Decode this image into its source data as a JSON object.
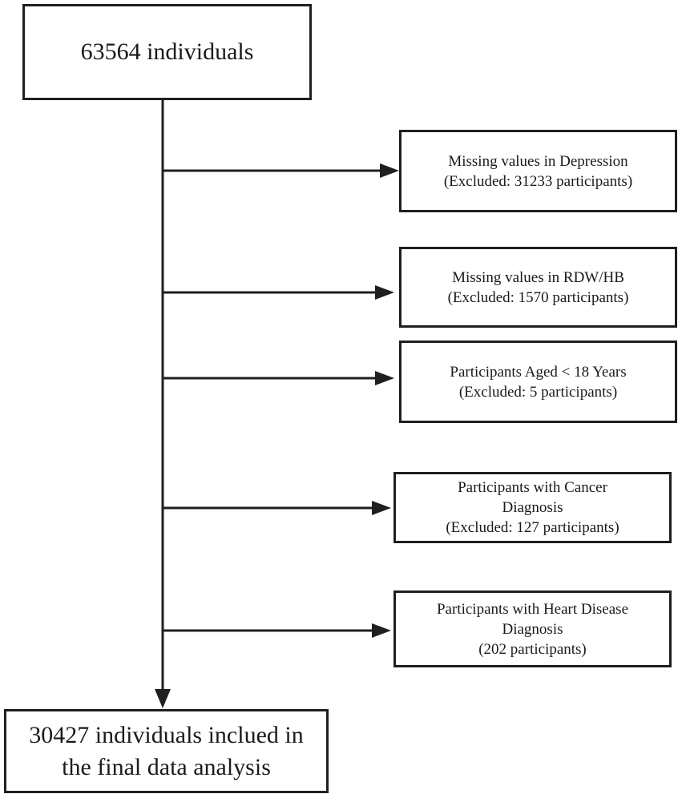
{
  "top_box": {
    "line1": "63564 individuals"
  },
  "exclusions": [
    {
      "line1": "Missing values in Depression",
      "line2": "(Excluded: 31233 participants)"
    },
    {
      "line1": "Missing values in RDW/HB",
      "line2": "(Excluded: 1570 participants)"
    },
    {
      "line1": "Participants Aged < 18 Years",
      "line2": "(Excluded: 5 participants)"
    },
    {
      "line1": "Participants with Cancer",
      "line2": "Diagnosis",
      "line3": "(Excluded: 127 participants)"
    },
    {
      "line1": "Participants with Heart Disease",
      "line2": "Diagnosis",
      "line3": "(202 participants)"
    }
  ],
  "bottom_box": {
    "line1": "30427 individuals inclued in",
    "line2": "the final data analysis"
  }
}
